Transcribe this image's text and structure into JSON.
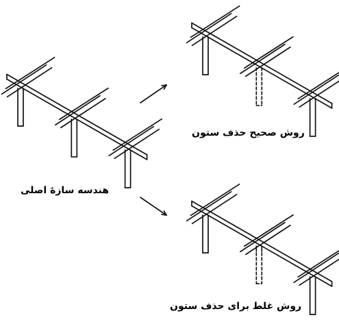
{
  "diagram": {
    "original_caption": "هندسه سازهٔ اصلی",
    "correct_caption": "روش صحیح حذف ستون",
    "wrong_caption": "روش غلط برای حذف ستون"
  },
  "colors": {
    "line": "#111111",
    "background": "#ffffff"
  }
}
